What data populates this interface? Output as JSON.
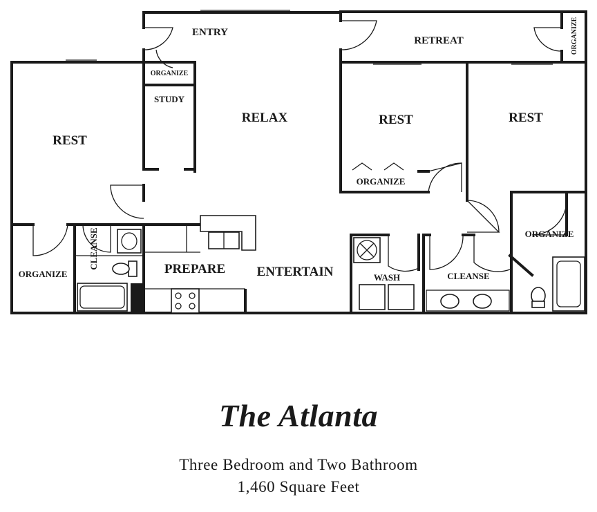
{
  "floor_plan": {
    "rooms": {
      "entry": "ENTRY",
      "retreat": "RETREAT",
      "retreat_organize": "ORGANIZE",
      "relax": "RELAX",
      "study": "STUDY",
      "study_organize": "ORGANIZE",
      "rest_left": "REST",
      "rest_middle": "REST",
      "rest_right": "REST",
      "middle_organize": "ORGANIZE",
      "right_organize": "ORGANIZE",
      "left_organize": "ORGANIZE",
      "left_cleanse": "CLEANSE",
      "prepare": "PREPARE",
      "entertain": "ENTERTAIN",
      "wash": "WASH",
      "right_cleanse": "CLEANSE"
    }
  },
  "title": "The Atlanta",
  "subtitle_line1": "Three Bedroom and Two Bathroom",
  "subtitle_line2": "1,460 Square Feet"
}
